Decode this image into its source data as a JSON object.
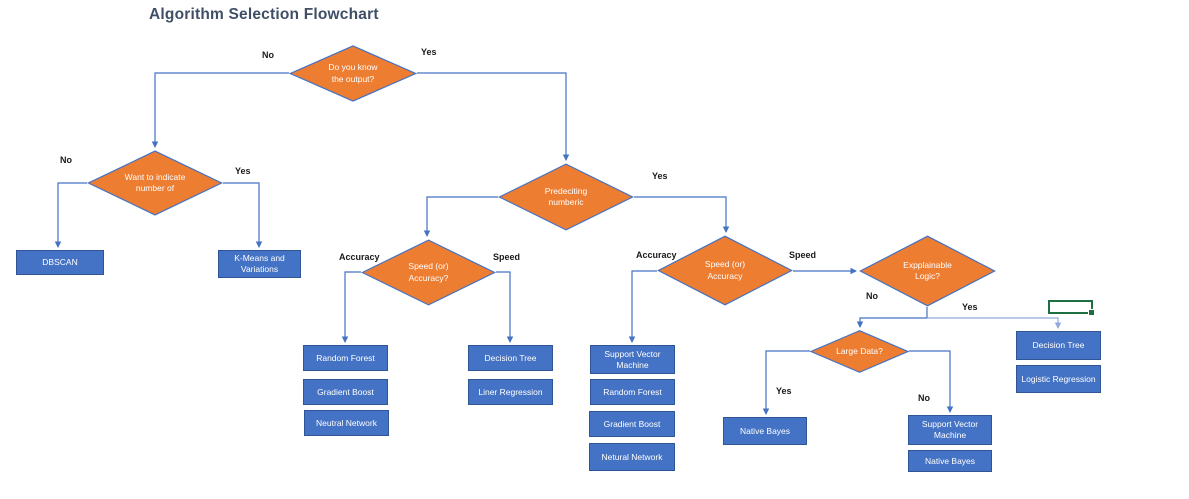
{
  "title": "Algorithm Selection Flowchart",
  "colors": {
    "diamond_fill": "#ED7D31",
    "diamond_border": "#4472C4",
    "box_fill": "#4472C4",
    "box_border": "#2F5597",
    "connector": "#4472C4",
    "connector_light": "#8FAADC",
    "title_color": "#404F66",
    "label_color": "#1a1a1a",
    "cell_green": "#1D6F42"
  },
  "decisions": {
    "d1": "Do you know\nthe output?",
    "d2": "Want to indicate\nnumber of",
    "d3": "Predeciting\nnumberic",
    "d4": "Speed (or)\nAccuracy?",
    "d5": "Speed (or)\nAccuracy",
    "d6": "Expplainable\nLogic?",
    "d7": "Large Data?"
  },
  "results": {
    "dbscan": "DBSCAN",
    "kmeans": "K-Means and\nVariations",
    "rf1": "Random Forest",
    "gb1": "Gradient Boost",
    "nn1": "Neutral Network",
    "dt1": "Decision Tree",
    "lr": "Liner Regression",
    "svm1": "Support Vector\nMachine",
    "rf2": "Random Forest",
    "gb2": "Gradient Boost",
    "nn2": "Netural Network",
    "dt2": "Decision Tree",
    "logr": "Logistic Regression",
    "nb1": "Native Bayes",
    "svm2": "Support Vector\nMachine",
    "nb2": "Native Bayes"
  },
  "edge_labels": {
    "d1_no": "No",
    "d1_yes": "Yes",
    "d2_no": "No",
    "d2_yes": "Yes",
    "d3_yes": "Yes",
    "d4_left": "Accuracy",
    "d4_right": "Speed",
    "d5_left": "Accuracy",
    "d5_right": "Speed",
    "d6_no": "No",
    "d6_yes": "Yes",
    "d7_yes": "Yes",
    "d7_no": "No"
  }
}
